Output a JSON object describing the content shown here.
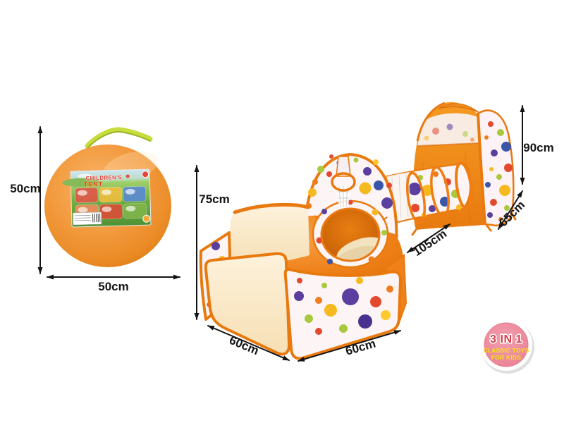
{
  "product_views": {
    "carry_bag": {
      "label": {
        "title_line1": "CHILDREN'S",
        "title_line2": "TENT"
      },
      "dimensions": {
        "height": "50cm",
        "width": "50cm"
      }
    },
    "play_set": {
      "dimensions": {
        "ball_pit_height": "75cm",
        "ball_pit_side_left": "60cm",
        "ball_pit_side_right": "60cm",
        "tunnel_length": "105cm",
        "tent_height": "90cm",
        "tent_depth": "65cm"
      }
    }
  },
  "badge": {
    "line1": "3 IN 1",
    "line2": "CLASSIC TOYS",
    "line3": "FOR KIDS"
  },
  "colors": {
    "bag_orange": "#f29a3e",
    "trim_orange": "#e8790f",
    "panel_cream": "#f9e9c6",
    "polka_white": "#fdf4f6",
    "dot_purple": "#5a3f9e",
    "dot_yellow": "#f6b91f",
    "dot_green": "#a9c93c",
    "dot_red": "#e2492f",
    "dot_blue": "#3b55a8",
    "handle_green": "#c8dc3e",
    "badge_pink": "#ee8d9e",
    "badge_red": "#d6404e",
    "badge_yellow": "#f8e411",
    "dimension_line": "#141414"
  }
}
